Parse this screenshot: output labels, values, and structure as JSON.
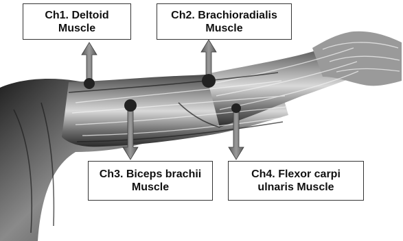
{
  "channels": [
    {
      "id": "ch1",
      "line1": "Ch1. Deltoid",
      "line2": "Muscle"
    },
    {
      "id": "ch2",
      "line1": "Ch2. Brachioradialis",
      "line2": "Muscle"
    },
    {
      "id": "ch3",
      "line1": "Ch3. Biceps brachii",
      "line2": "Muscle"
    },
    {
      "id": "ch4",
      "line1": "Ch4. Flexor carpi",
      "line2": "ulnaris Muscle"
    }
  ],
  "colors": {
    "arrow": "#7a7a7a",
    "electrode": "#2a2a2a",
    "muscle_dark": "#3a3a3a",
    "muscle_mid": "#8c8c8c",
    "muscle_light": "#d6d6d6",
    "box_border": "#333333"
  }
}
